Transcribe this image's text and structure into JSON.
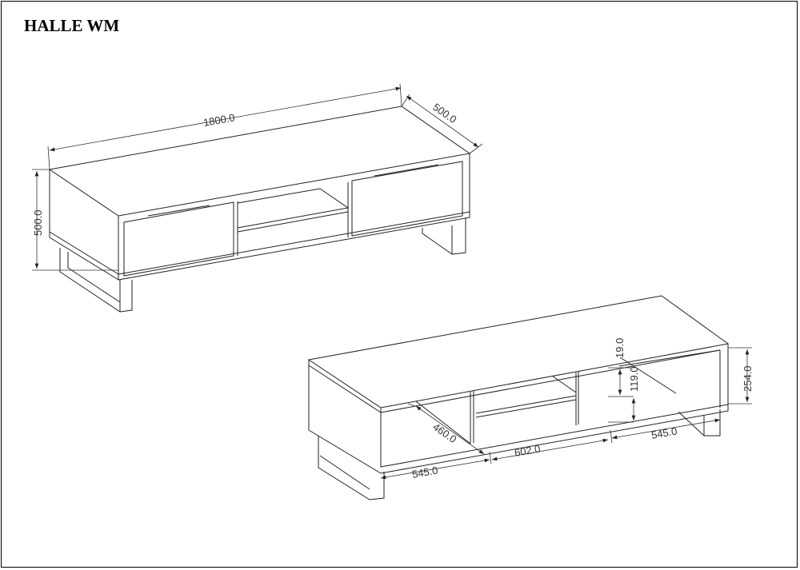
{
  "title": "HALLE WM",
  "views": {
    "closed": {
      "dimensions": {
        "width": "1800.0",
        "depth": "500.0",
        "height": "500.0"
      }
    },
    "open": {
      "dimensions": {
        "depth": "460.0",
        "left_compartment": "545.0",
        "middle_compartment": "602.0",
        "right_compartment": "545.0",
        "shelf_top": "19.0",
        "shelf_gap": "119.0",
        "inner_height": "254.0"
      }
    }
  },
  "colors": {
    "line": "#222222",
    "background": "#ffffff"
  }
}
